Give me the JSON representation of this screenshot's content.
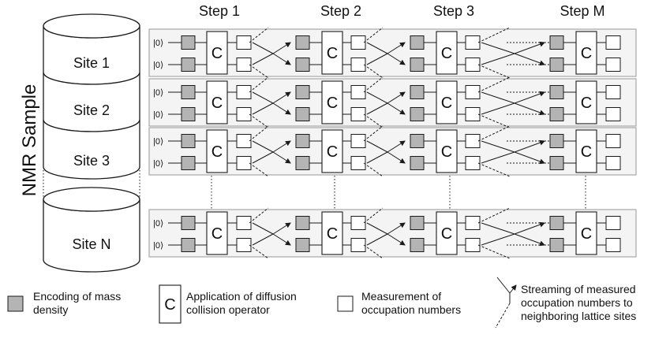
{
  "steps": [
    "Step 1",
    "Step 2",
    "Step 3",
    "Step M"
  ],
  "sites": [
    "Site 1",
    "Site 2",
    "Site 3",
    "Site N"
  ],
  "sample_label": "NMR Sample",
  "ket": "|0⟩",
  "operator_symbol": "C",
  "colors": {
    "encode_fill": "#b4b4b4",
    "row_fill": "#f4f4f4",
    "line": "#1a1a1a",
    "row_border": "#a8a8a8"
  },
  "legend": {
    "encoding_line1": "Encoding of mass",
    "encoding_line2": "density",
    "operator_symbol": "C",
    "collision_line1": "Application of diffusion",
    "collision_line2": "collision operator",
    "measure_line1": "Measurement of",
    "measure_line2": "occupation numbers",
    "streaming_line1": "Streaming of measured",
    "streaming_line2": "occupation numbers to",
    "streaming_line3": "neighboring lattice sites"
  }
}
